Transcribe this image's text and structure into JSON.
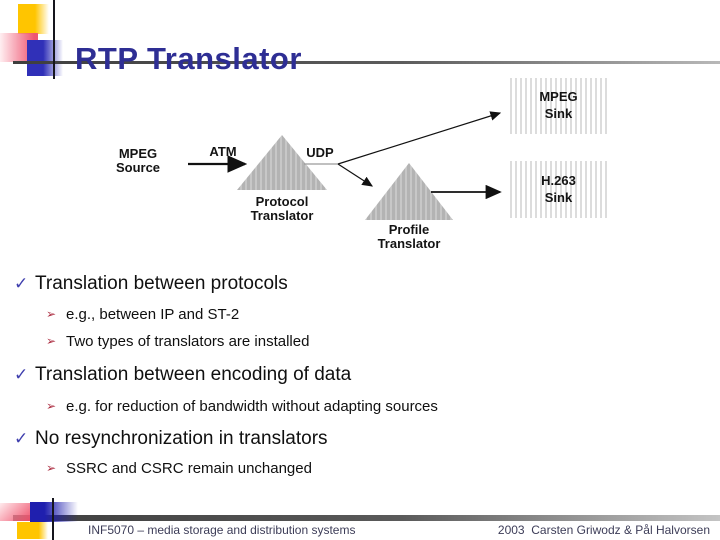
{
  "slide": {
    "title": "RTP Translator"
  },
  "diagram": {
    "source": {
      "line1": "MPEG",
      "line2": "Source"
    },
    "atm_label": "ATM",
    "udp_label": "UDP",
    "protocol_translator": {
      "line1": "Protocol",
      "line2": "Translator"
    },
    "profile_translator": {
      "line1": "Profile",
      "line2": "Translator"
    },
    "mpeg_sink": {
      "line1": "MPEG",
      "line2": "Sink"
    },
    "h263_sink": {
      "line1": "H.263",
      "line2": "Sink"
    }
  },
  "bullets": [
    {
      "level": 1,
      "marker": "✓",
      "text": "Translation between protocols"
    },
    {
      "level": 2,
      "marker": "➢",
      "text": "e.g., between IP and ST-2"
    },
    {
      "level": 2,
      "marker": "➢",
      "text": "Two types of translators are installed"
    },
    {
      "level": 1,
      "marker": "✓",
      "text": "Translation between encoding of data"
    },
    {
      "level": 2,
      "marker": "➢",
      "text": "e.g. for reduction of bandwidth without adapting sources"
    },
    {
      "level": 1,
      "marker": "✓",
      "text": "No resynchronization in translators"
    },
    {
      "level": 2,
      "marker": "➢",
      "text": "SSRC and CSRC remain unchanged"
    }
  ],
  "footer": {
    "left": "INF5070 – media storage and distribution systems",
    "right": "2003  Carsten Griwodz & Pål Halvorsen"
  },
  "colors": {
    "title": "#2e2e94",
    "bullet_check": "#3f3fae",
    "sub_bullet_arrow": "#ab2b3f",
    "triangle_gray": "#b5b5b5",
    "body_text": "#101010",
    "footer_text": "#3d3d58"
  }
}
